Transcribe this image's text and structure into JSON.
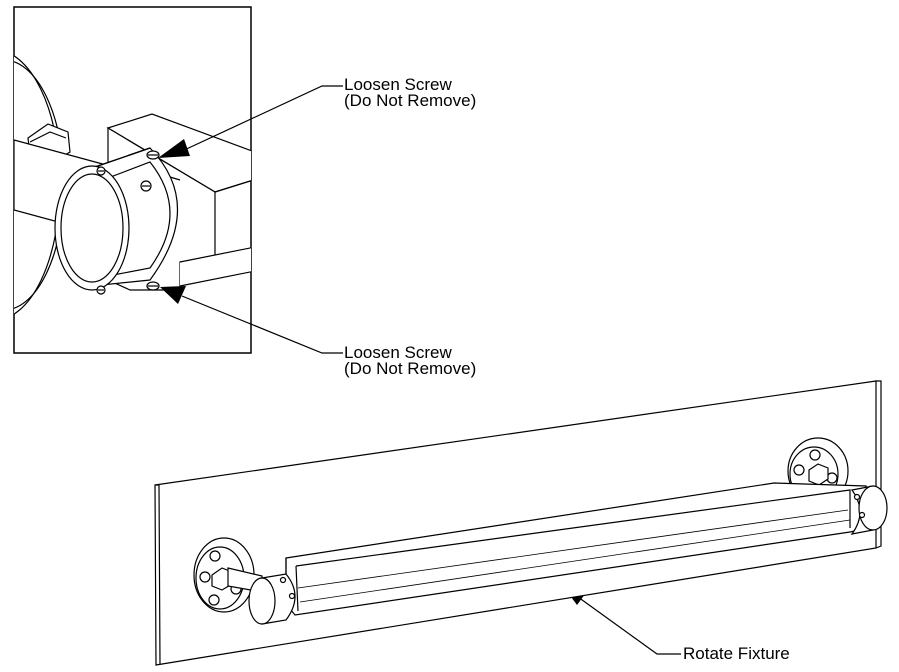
{
  "callouts": {
    "top": {
      "line1": "Loosen Screw",
      "line2": "(Do Not Remove)"
    },
    "bottom": {
      "line1": "Loosen Screw",
      "line2": "(Do Not Remove)"
    },
    "fixture": {
      "line1": "Rotate Fixture"
    }
  },
  "colors": {
    "line": "#000000",
    "fill": "#ffffff",
    "shade": "#e6e6e6"
  }
}
